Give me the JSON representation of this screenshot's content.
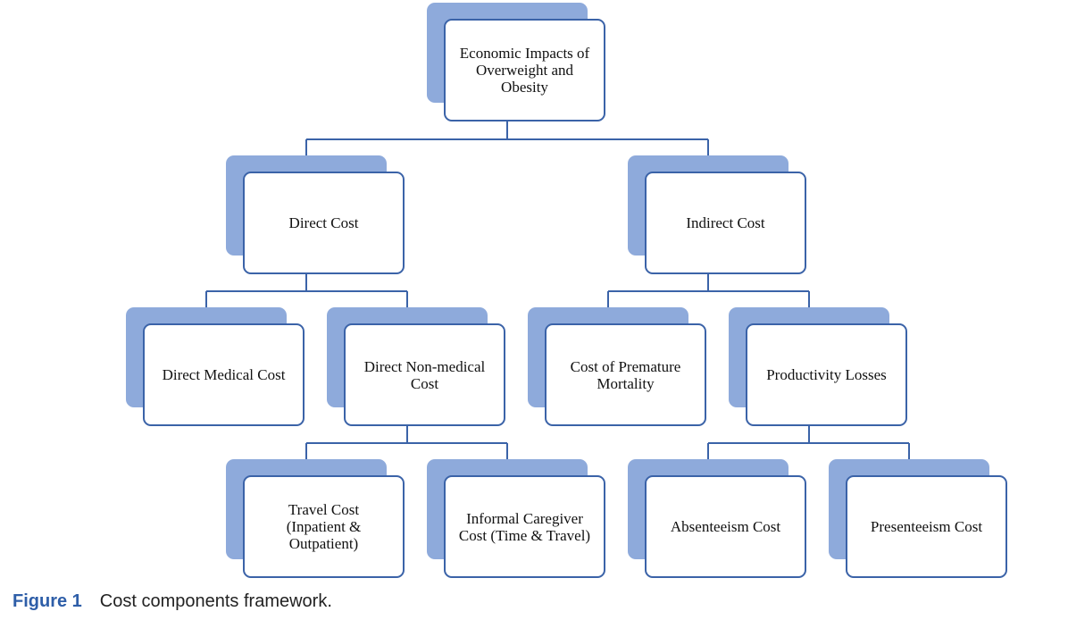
{
  "diagram": {
    "root": "Economic Impacts of\nOverweight and\nObesity",
    "direct": "Direct Cost",
    "indirect": "Indirect Cost",
    "direct_medical": "Direct Medical Cost",
    "direct_nonmedical": "Direct Non-medical\nCost",
    "premature_mortality": "Cost of Premature\nMortality",
    "productivity_losses": "Productivity Losses",
    "travel": "Travel Cost\n(Inpatient &\nOutpatient)",
    "informal_caregiver": "Informal Caregiver\nCost (Time & Travel)",
    "absenteeism": "Absenteeism Cost",
    "presenteeism": "Presenteeism Cost"
  },
  "caption": {
    "figure_label": "Figure 1",
    "text": "Cost components framework."
  },
  "colors": {
    "shadow_fill": "#8eaadb",
    "border": "#3b63a8",
    "connector": "#3b63a8",
    "figure_label": "#2e5ea8"
  }
}
